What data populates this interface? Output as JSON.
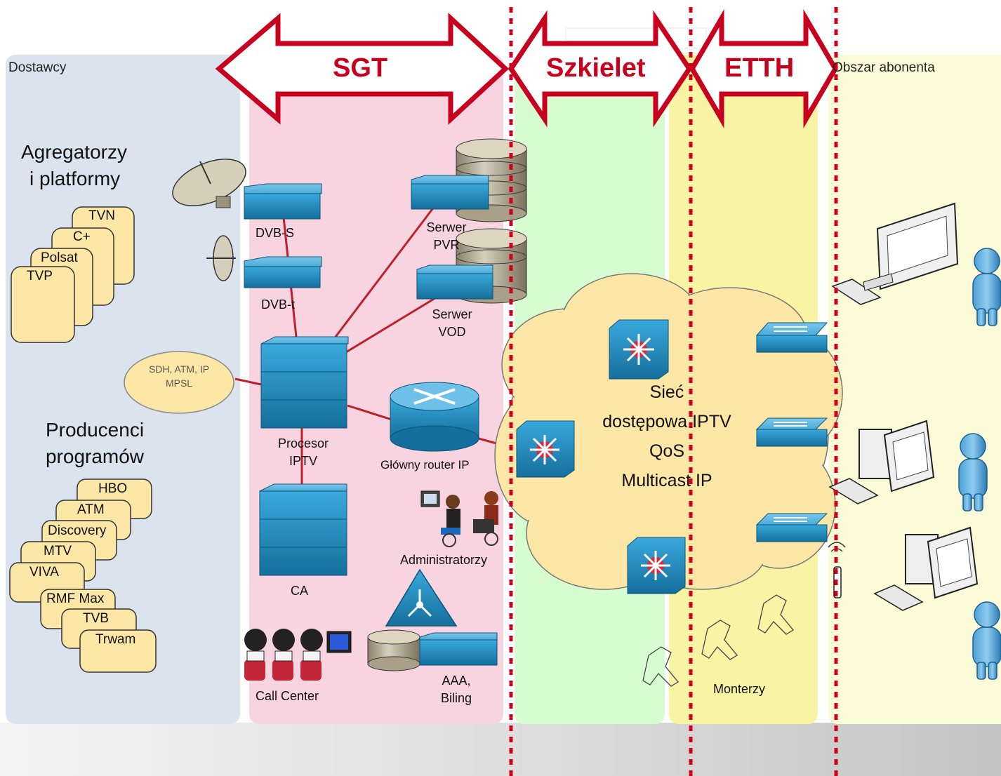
{
  "zones": {
    "providers": "Dostawcy",
    "subscriber": "Obszar abonenta"
  },
  "arrows": {
    "sgt": "SGT",
    "backbone": "Szkielet",
    "etth": "ETTH"
  },
  "providers": {
    "aggregators_title": [
      "Agregatorzy",
      "i platformy"
    ],
    "aggregators": [
      "TVN",
      "C+",
      "Polsat",
      "TVP"
    ],
    "producers_title": [
      "Producenci",
      "programów"
    ],
    "producers": [
      "HBO",
      "ATM",
      "Discovery",
      "MTV",
      "VIVA",
      "RMF Max",
      "TVB",
      "Trwam"
    ],
    "transport_cloud": [
      "SDH, ATM, IP",
      "MPSL"
    ]
  },
  "headend": {
    "dvbs": "DVB-S",
    "dvbt": "DVB-t",
    "pvr": [
      "Serwer",
      "PVR"
    ],
    "vod": [
      "Serwer",
      "VOD"
    ],
    "processor": [
      "Procesor",
      "IPTV"
    ],
    "router": "Główny router IP",
    "ca": "CA",
    "admins": "Administratorzy",
    "call_center": "Call Center",
    "aaa": [
      "AAA,",
      "Biling"
    ]
  },
  "access_network": {
    "lines": [
      "Sieć",
      "dostępowa IPTV",
      "QoS",
      "Multicast IP"
    ]
  },
  "etth": {
    "installers": "Monterzy"
  },
  "colors": {
    "providers_bg": "#dbe3ee",
    "sgt_bg": "#f7d4e0",
    "backbone_bg": "#d8fcd2",
    "etth_bg": "#f8f4a4",
    "subscriber_bg": "#fbfbd8",
    "accent_red": "#c8001e",
    "link_red": "#c0202a",
    "device_blue": "#1c8fc4",
    "cloud": "#fde7a6"
  }
}
